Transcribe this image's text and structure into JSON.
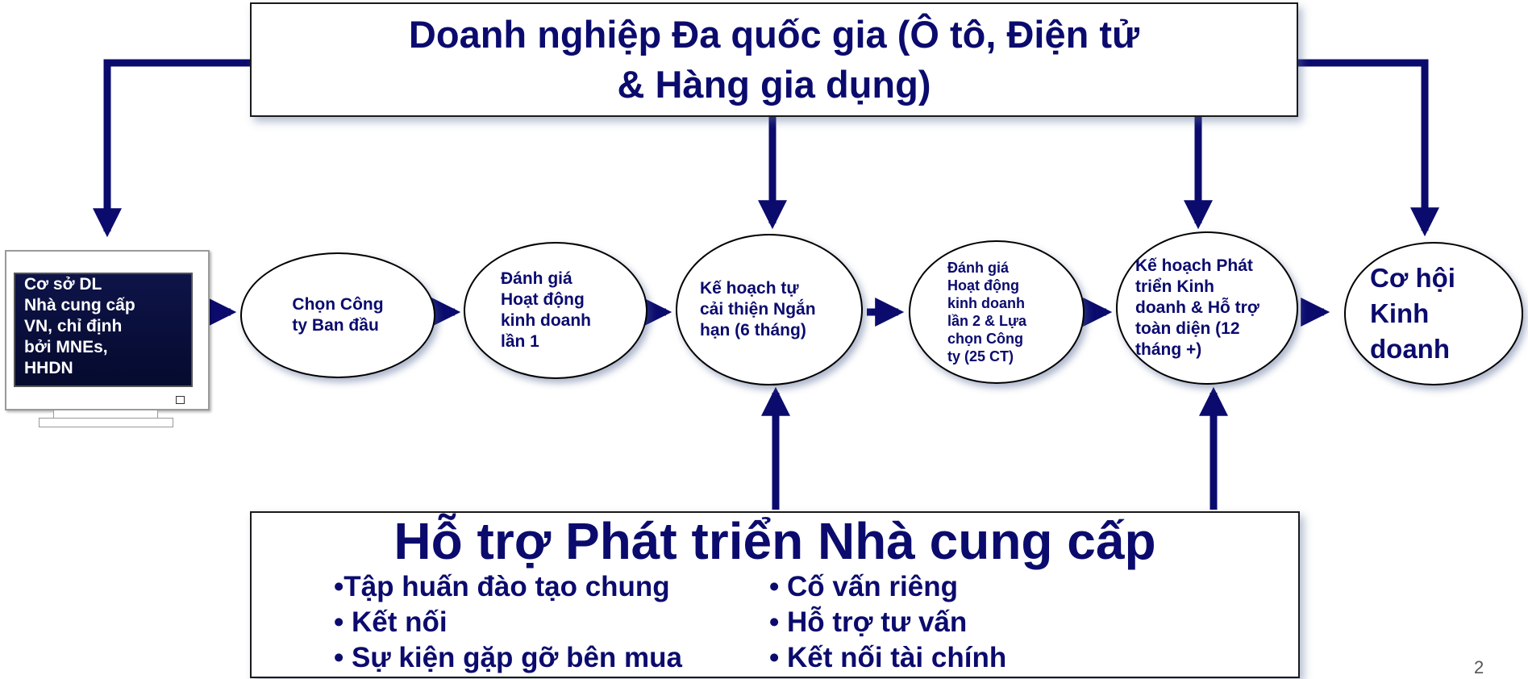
{
  "top_box": {
    "line1": "Doanh nghiệp Đa quốc gia (Ô tô, Điện tử",
    "line2": "& Hàng gia dụng)"
  },
  "database": {
    "lines": [
      "Cơ sở DL",
      "Nhà cung cấp",
      "VN, chỉ định",
      "bởi MNEs,",
      "HHDN"
    ]
  },
  "nodes": [
    {
      "lines": [
        "Chọn Công",
        "ty Ban đầu"
      ]
    },
    {
      "lines": [
        "Đánh giá",
        "Hoạt động",
        "kinh doanh",
        "lần 1"
      ]
    },
    {
      "lines": [
        "Kế hoạch tự",
        "cải thiện Ngắn",
        "hạn (6 tháng)"
      ]
    },
    {
      "lines": [
        "Đánh giá",
        "Hoạt động",
        "kinh doanh",
        "lần 2  & Lựa",
        "chọn Công",
        "ty (25 CT)"
      ]
    },
    {
      "lines": [
        "Kế hoạch Phát",
        "triển Kinh",
        "doanh & Hỗ trợ",
        "toàn diện (12",
        "tháng +)"
      ]
    },
    {
      "lines": [
        "Cơ hội",
        "Kinh",
        "doanh"
      ]
    }
  ],
  "bottom_box": {
    "title": "Hỗ trợ Phát triển Nhà cung cấp",
    "col1": [
      "•Tập huấn đào tạo chung",
      "• Kết nối",
      "• Sự kiện gặp gỡ bên mua"
    ],
    "col2": [
      "•  Cố vấn riêng",
      "•  Hỗ trợ tư vấn",
      "•  Kết nối tài chính"
    ]
  },
  "colors": {
    "arrow": "#0b0b6e",
    "text": "#0b0b6e"
  },
  "page_number": "2"
}
